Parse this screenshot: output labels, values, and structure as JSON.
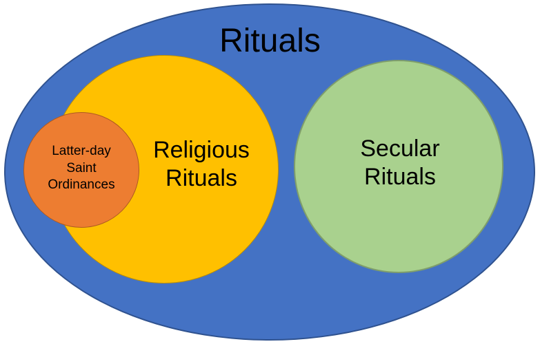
{
  "diagram": {
    "title": "Rituals",
    "sets": {
      "outer": {
        "label": "Rituals",
        "fill": "#4472C4",
        "border": "#2F528F"
      },
      "religious": {
        "label": "Religious\nRituals",
        "fill": "#FFC000",
        "border": "#BF9000"
      },
      "lds": {
        "label": "Latter-day\nSaint\nOrdinances",
        "fill": "#ED7D31",
        "border": "#AE5A21"
      },
      "secular": {
        "label": "Secular\nRituals",
        "fill": "#A9D18E",
        "border": "#7F9E6B"
      }
    }
  }
}
